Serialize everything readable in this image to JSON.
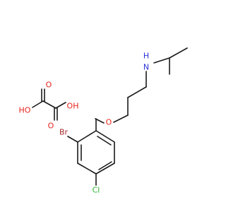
{
  "colors": {
    "bond": "#1a1a1a",
    "oxygen": "#e8231c",
    "nitrogen": "#2a32d6",
    "bromine": "#a52a2a",
    "chlorine": "#2bb52b"
  },
  "labels": {
    "amine_n": "N",
    "amine_h": "H",
    "ether_o": "O",
    "bromo": "Br",
    "chloro": "Cl",
    "oxalic_o_left": "O",
    "oxalic_o_right": "O",
    "oxalic_ho": "HO",
    "oxalic_oh": "OH"
  }
}
